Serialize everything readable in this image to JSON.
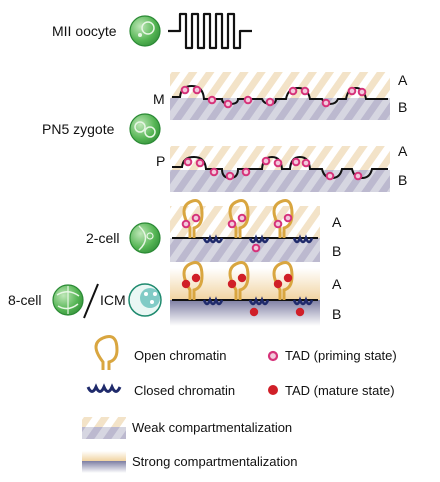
{
  "stages": {
    "mii": "MII oocyte",
    "pn5": "PN5 zygote",
    "two_cell": "2-cell",
    "eight_cell": "8-cell",
    "icm": "ICM"
  },
  "parental": {
    "maternal": "M",
    "paternal": "P"
  },
  "compartments": {
    "a": "A",
    "b": "B"
  },
  "legend": {
    "open": "Open chromatin",
    "closed": "Closed chromatin",
    "tad_priming": "TAD (priming state)",
    "tad_mature": "TAD (mature state)",
    "weak": "Weak compartmentalization",
    "strong": "Strong compartmentalization"
  },
  "colors": {
    "cell_green": "#3fae49",
    "open_chromatin": "#d9a640",
    "closed_chromatin": "#1f2a6b",
    "tad_priming": "#d6337a",
    "tad_mature": "#d01f28",
    "strong_band": "#f3d9a8",
    "weak_band": "#8f8fae"
  }
}
